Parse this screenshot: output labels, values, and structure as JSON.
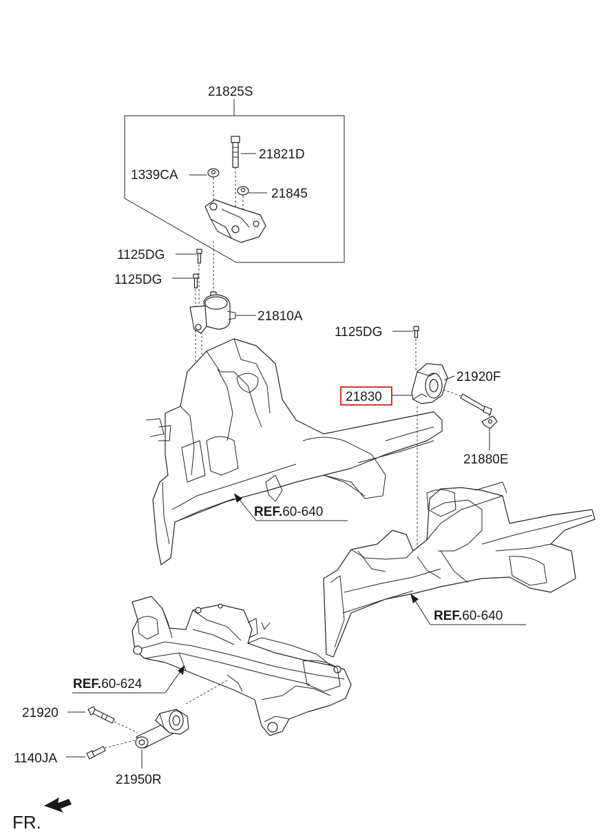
{
  "labels": {
    "p21825S": "21825S",
    "p21821D": "21821D",
    "p1339CA": "1339CA",
    "p21845": "21845",
    "p1125DG_a": "1125DG",
    "p1125DG_b": "1125DG",
    "p21810A": "21810A",
    "p1125DG_c": "1125DG",
    "p21920F": "21920F",
    "p21830": "21830",
    "p21880E": "21880E",
    "p21920": "21920",
    "p1140JA": "1140JA",
    "p21950R": "21950R"
  },
  "refs": {
    "r1_bold": "REF.",
    "r1_num": "60-640",
    "r2_bold": "REF.",
    "r2_num": "60-640",
    "r3_bold": "REF.",
    "r3_num": "60-624"
  },
  "direction": {
    "front": "FR."
  },
  "colors": {
    "highlight": "#cc0000",
    "ink": "#222222"
  }
}
